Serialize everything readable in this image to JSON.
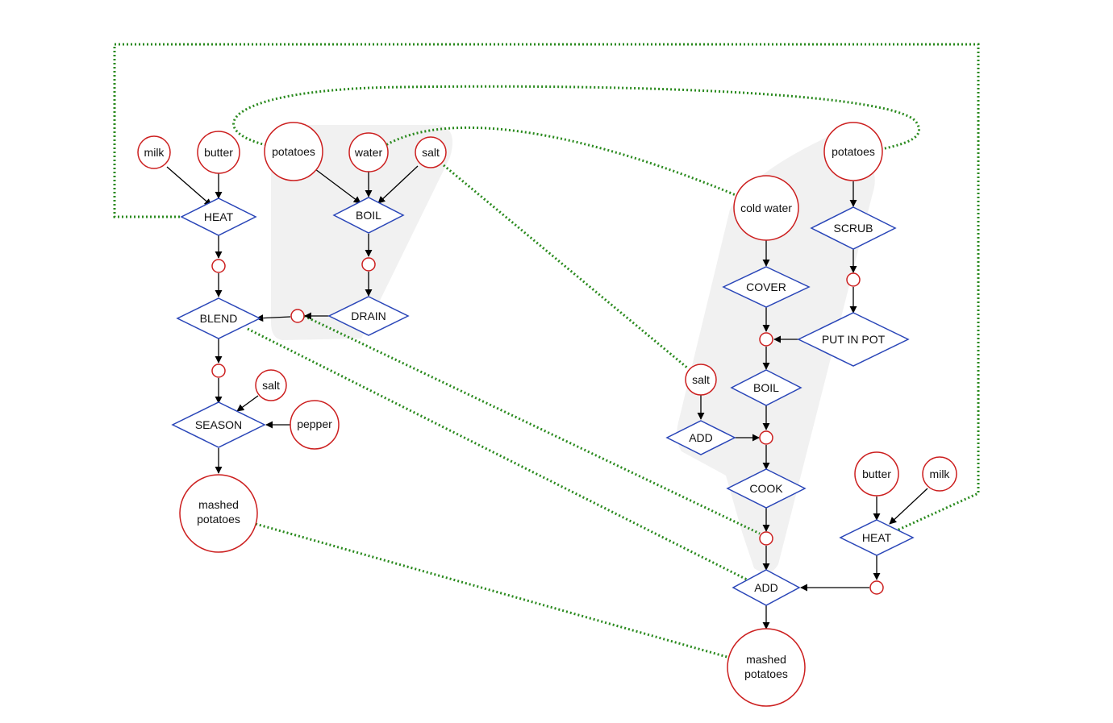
{
  "diagram": {
    "left": {
      "milk": "milk",
      "butter": "butter",
      "heat": "HEAT",
      "potatoes": "potatoes",
      "water": "water",
      "salt_boil": "salt",
      "boil": "BOIL",
      "drain": "DRAIN",
      "blend": "BLEND",
      "salt_season": "salt",
      "pepper": "pepper",
      "season": "SEASON",
      "result": [
        "mashed",
        "potatoes"
      ]
    },
    "right": {
      "potatoes": "potatoes",
      "scrub": "SCRUB",
      "cold_water": "cold water",
      "cover": "COVER",
      "put_in_pot": "PUT IN POT",
      "boil": "BOIL",
      "salt": "salt",
      "add_salt": "ADD",
      "cook": "COOK",
      "butter": "butter",
      "milk": "milk",
      "heat": "HEAT",
      "add_final": "ADD",
      "result": [
        "mashed",
        "potatoes"
      ]
    }
  },
  "colors": {
    "ingredient_stroke": "#cc1f1f",
    "action_stroke": "#2a46b8",
    "alignment_link": "#2a8a1e",
    "highlight": "#f1f1f1"
  }
}
